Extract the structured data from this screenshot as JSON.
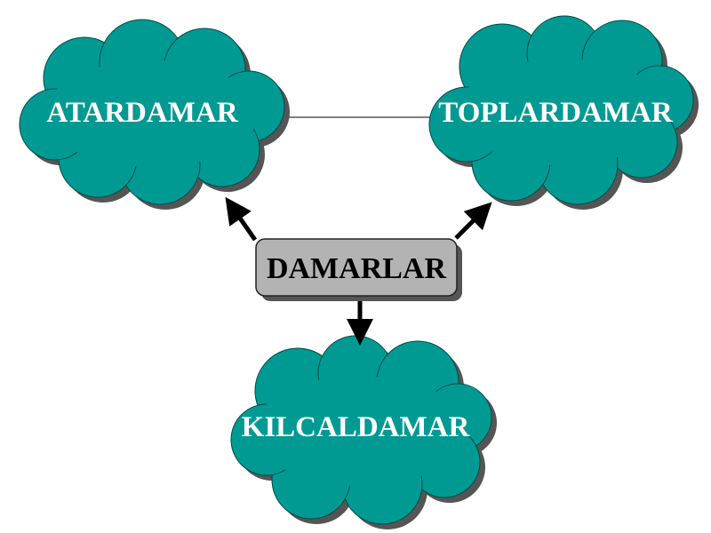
{
  "diagram": {
    "center": {
      "label": "DAMARLAR"
    },
    "nodes": [
      {
        "id": "atardamar",
        "label": "ATARDAMAR"
      },
      {
        "id": "toplardamar",
        "label": "TOPLARDAMAR"
      },
      {
        "id": "kilcaldamar",
        "label": "KILCALDAMAR"
      }
    ],
    "edges": [
      {
        "from": "DAMARLAR",
        "to": "ATARDAMAR",
        "style": "arrow"
      },
      {
        "from": "DAMARLAR",
        "to": "TOPLARDAMAR",
        "style": "arrow"
      },
      {
        "from": "DAMARLAR",
        "to": "KILCALDAMAR",
        "style": "arrow"
      },
      {
        "from": "ATARDAMAR",
        "to": "TOPLARDAMAR",
        "style": "line"
      }
    ],
    "colors": {
      "cloud_fill": "#009a93",
      "cloud_stroke": "#004a47",
      "cloud_shadow": "#555555",
      "center_fill": "#b3b3b3",
      "center_stroke": "#222222",
      "arrow": "#000000"
    }
  }
}
